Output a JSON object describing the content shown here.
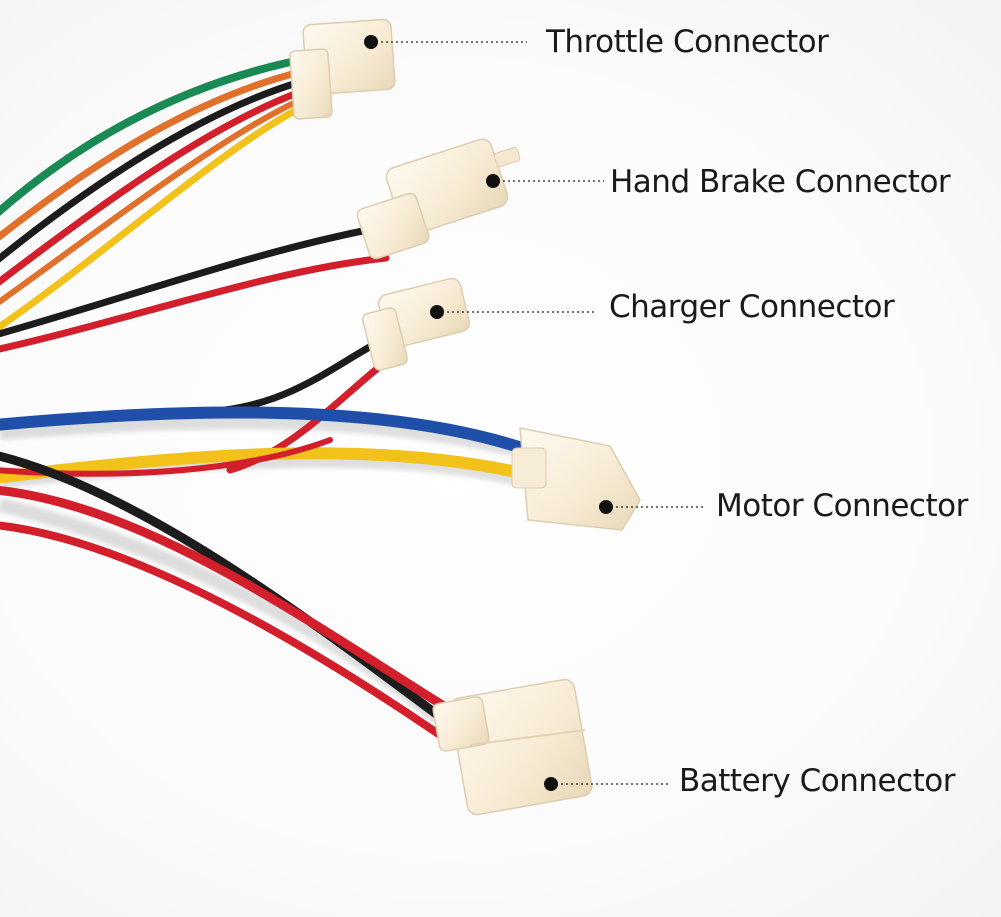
{
  "labels": {
    "throttle": "Throttle Connector",
    "hand_brake": "Hand Brake Connector",
    "charger": "Charger Connector",
    "motor": "Motor Connector",
    "battery": "Battery Connector"
  },
  "wire_colors": {
    "red": "#d21f2b",
    "black": "#1c1c1c",
    "green": "#1a8a55",
    "orange": "#e0702a",
    "yellow": "#f2c21a",
    "blue": "#1f4fa8"
  },
  "connector_color": "#fbf1dc"
}
